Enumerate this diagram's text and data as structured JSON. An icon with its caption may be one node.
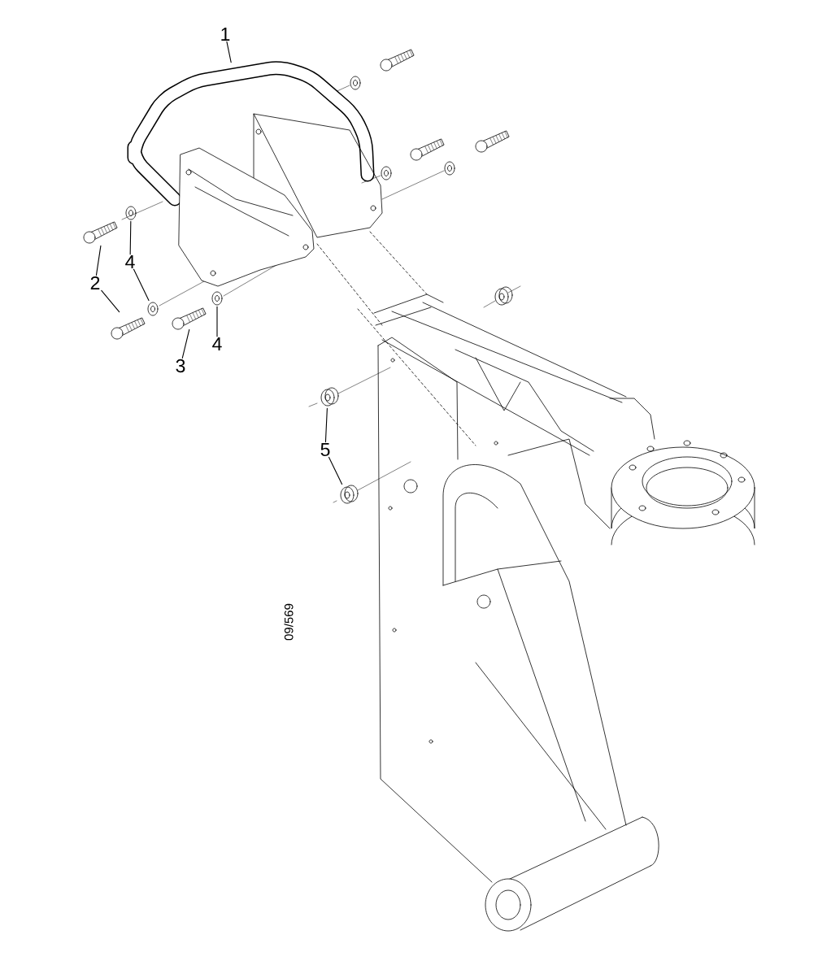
{
  "diagram": {
    "nodes": [
      {
        "text": [
          "1"
        ]
      },
      {
        "text": [],
        "shape": "picture"
      },
      {
        "text": [
          "2"
        ]
      },
      {
        "text": [],
        "shape": "picture"
      },
      {
        "text": [],
        "shape": "picture"
      },
      {
        "text": [
          "4"
        ]
      },
      {
        "text": [],
        "shape": "picture"
      },
      {
        "text": [],
        "shape": "picture"
      },
      {
        "text": [
          "3"
        ]
      },
      {
        "text": [],
        "shape": "picture"
      },
      {
        "text": [
          "4"
        ]
      },
      {
        "text": [],
        "shape": "picture"
      },
      {
        "text": [
          "5"
        ]
      },
      {
        "text": [],
        "shape": "picture"
      },
      {
        "text": [],
        "shape": "picture"
      }
    ],
    "edges": [
      {
        "from": 0,
        "to": 1,
        "arrow": "none"
      },
      {
        "from": 2,
        "to": 3,
        "arrow": "none"
      },
      {
        "from": 2,
        "to": 4,
        "arrow": "none"
      },
      {
        "from": 5,
        "to": 6,
        "arrow": "none"
      },
      {
        "from": 5,
        "to": 7,
        "arrow": "none"
      },
      {
        "from": 8,
        "to": 9,
        "arrow": "none"
      },
      {
        "from": 10,
        "to": 11,
        "arrow": "none"
      },
      {
        "from": 12,
        "to": 13,
        "arrow": "none"
      },
      {
        "from": 12,
        "to": 14,
        "arrow": "none"
      }
    ],
    "labels": [
      "09/569"
    ]
  }
}
